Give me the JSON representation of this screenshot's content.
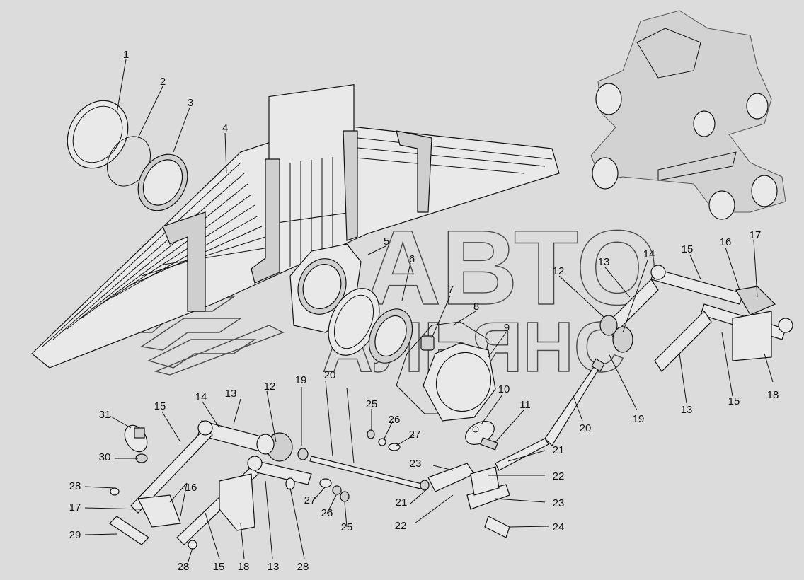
{
  "watermark": {
    "line1": "АВТО",
    "line2": "АЛЬЯНС"
  },
  "callouts": [
    "1",
    "2",
    "3",
    "4",
    "5",
    "6",
    "7",
    "8",
    "9",
    "10",
    "11",
    "12",
    "13",
    "14",
    "15",
    "16",
    "17",
    "12",
    "13",
    "14",
    "15",
    "16",
    "17",
    "18",
    "19",
    "20",
    "20",
    "21",
    "21",
    "22",
    "22",
    "23",
    "23",
    "24",
    "25",
    "25",
    "26",
    "26",
    "27",
    "27",
    "28",
    "28",
    "28",
    "29",
    "30",
    "31",
    "13",
    "15",
    "15",
    "18",
    "19",
    "13"
  ]
}
